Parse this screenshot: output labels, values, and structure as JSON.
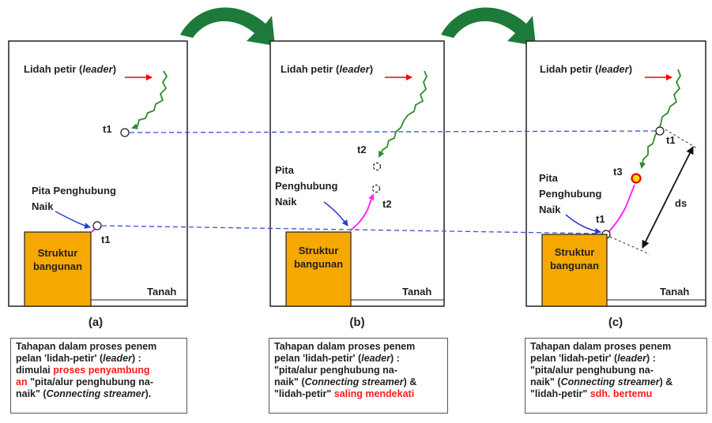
{
  "panels": [
    {
      "leader_prefix": "Lidah petir (",
      "leader_em": "leader",
      "leader_suffix": ")",
      "t_top": "t1",
      "streamer_l1": "Pita  Penghubung",
      "streamer_l2": "Naik",
      "t_bottom": "t1",
      "building_l1": "Struktur",
      "building_l2": "bangunan",
      "ground": "Tanah",
      "sub": "(a)"
    },
    {
      "leader_prefix": "Lidah petir (",
      "leader_em": "leader",
      "leader_suffix": ")",
      "t_top": "t2",
      "streamer_l1": "Pita",
      "streamer_l2": "Penghubung",
      "streamer_l3": "Naik",
      "t_bottom": "t2",
      "building_l1": "Struktur",
      "building_l2": "bangunan",
      "ground": "Tanah",
      "sub": "(b)"
    },
    {
      "leader_prefix": "Lidah petir (",
      "leader_em": "leader",
      "leader_suffix": ")",
      "t_top": "t1",
      "t_meet": "t3",
      "streamer_l1": "Pita",
      "streamer_l2": "Penghubung",
      "streamer_l3": "Naik",
      "t_bottom": "t1",
      "distance": "ds",
      "building_l1": "Struktur",
      "building_l2": "bangunan",
      "ground": "Tanah",
      "sub": "(c)"
    }
  ],
  "captions": [
    {
      "l1": "Tahapan dalam proses penem",
      "l2a": "pelan 'lidah-petir' (",
      "l2b": "leader",
      "l2c": ") :",
      "l3a": " dimulai ",
      "l3b": "proses penyambung",
      "l4a": "an",
      "l4b": " \"pita/alur penghubung na-",
      "l5a": "naik\" (",
      "l5b": "Connecting streamer",
      "l5c": ")."
    },
    {
      "l1": "Tahapan dalam proses penem",
      "l2a": "pelan 'lidah-petir' (",
      "l2b": "leader",
      "l2c": ") :",
      "l3": " \"pita/alur penghubung na-",
      "l4a": "naik\" (",
      "l4b": "Connecting streamer",
      "l4c": ") &",
      "l5a": "\"lidah-petir\" ",
      "l5b": "saling mendekati"
    },
    {
      "l1": "Tahapan dalam proses penem",
      "l2a": "pelan 'lidah-petir' (",
      "l2b": "leader",
      "l2c": ") :",
      "l3": " \"pita/alur penghubung na-",
      "l4a": "naik\" (",
      "l4b": "Connecting streamer",
      "l4c": ") &",
      "l5a": "\"lidah-petir\" ",
      "l5b": "sdh. bertemu"
    }
  ],
  "colors": {
    "leader": "#2e8b2e",
    "streamer": "#ff2aff",
    "building": "#f5a800",
    "guide_line": "#3b4fd8",
    "arrow_red": "#ff0000",
    "curved_arrow": "#1e7a3a",
    "meet_point": "#ffdd00"
  }
}
